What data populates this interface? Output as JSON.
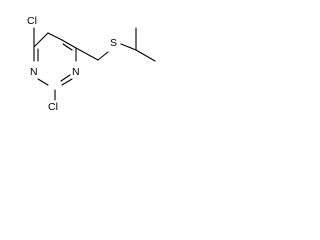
{
  "molecule": {
    "atoms": {
      "cl_top": "Cl",
      "cl_bottom": "Cl",
      "n_left": "N",
      "n_right": "N",
      "s": "S"
    },
    "colors": {
      "bond": "#000000",
      "label": "#000000",
      "background": "#ffffff"
    }
  }
}
